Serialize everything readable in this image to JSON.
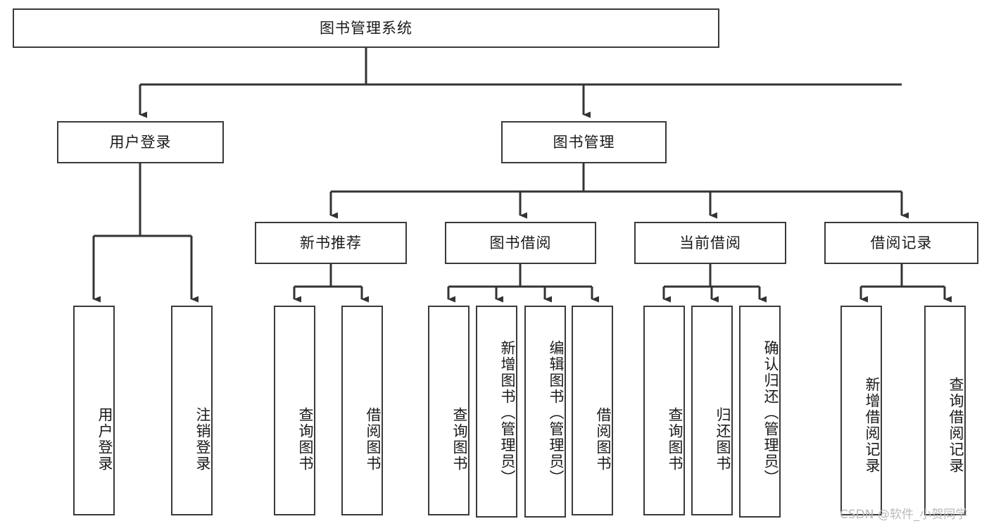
{
  "diagram": {
    "type": "tree-hierarchy",
    "title_node": {
      "label": "图书管理系统"
    },
    "watermark": "CSDN @软件_小贺同学",
    "colors": {
      "border": "#3a3a3a",
      "fill": "#ffffff",
      "text": "#1a1a1a",
      "edge": "#333333",
      "watermark": "#b9b9b9"
    },
    "level2": [
      {
        "id": "user-login",
        "label": "用户登录"
      },
      {
        "id": "book-manage",
        "label": "图书管理"
      }
    ],
    "level3": [
      {
        "id": "new-book-recommend",
        "label": "新书推荐"
      },
      {
        "id": "book-borrow",
        "label": "图书借阅"
      },
      {
        "id": "current-borrow",
        "label": "当前借阅"
      },
      {
        "id": "borrow-record",
        "label": "借阅记录"
      }
    ],
    "leaves": {
      "user_login": [
        {
          "id": "leaf-user-login",
          "label": "用户登录"
        },
        {
          "id": "leaf-logout",
          "label": "注销登录"
        }
      ],
      "new_book_recommend": [
        {
          "id": "leaf-query-book-1",
          "label": "查询图书"
        },
        {
          "id": "leaf-borrow-book-1",
          "label": "借阅图书"
        }
      ],
      "book_borrow": [
        {
          "id": "leaf-query-book-2",
          "label": "查询图书"
        },
        {
          "id": "leaf-add-book",
          "label": "新增图书（管理员）"
        },
        {
          "id": "leaf-edit-book",
          "label": "编辑图书（管理员）"
        },
        {
          "id": "leaf-borrow-book-2",
          "label": "借阅图书"
        }
      ],
      "current_borrow": [
        {
          "id": "leaf-query-book-3",
          "label": "查询图书"
        },
        {
          "id": "leaf-return-book",
          "label": "归还图书"
        },
        {
          "id": "leaf-confirm-return",
          "label": "确认归还（管理员）"
        }
      ],
      "borrow_record": [
        {
          "id": "leaf-add-record",
          "label": "新增借阅记录"
        },
        {
          "id": "leaf-query-record",
          "label": "查询借阅记录"
        }
      ]
    }
  }
}
